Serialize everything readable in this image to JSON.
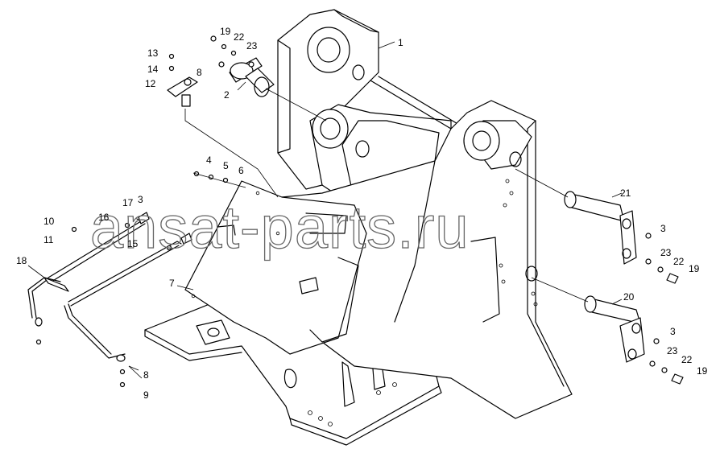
{
  "watermark": "ansat-parts.ru",
  "callouts": [
    {
      "id": "c1",
      "text": "1"
    },
    {
      "id": "c2",
      "text": "2"
    },
    {
      "id": "c3a",
      "text": "3"
    },
    {
      "id": "c3b",
      "text": "3"
    },
    {
      "id": "c3c",
      "text": "3"
    },
    {
      "id": "c4",
      "text": "4"
    },
    {
      "id": "c5",
      "text": "5"
    },
    {
      "id": "c6",
      "text": "6"
    },
    {
      "id": "c7",
      "text": "7"
    },
    {
      "id": "c8a",
      "text": "8"
    },
    {
      "id": "c8b",
      "text": "8"
    },
    {
      "id": "c9",
      "text": "9"
    },
    {
      "id": "c10",
      "text": "10"
    },
    {
      "id": "c11",
      "text": "11"
    },
    {
      "id": "c12",
      "text": "12"
    },
    {
      "id": "c13",
      "text": "13"
    },
    {
      "id": "c14",
      "text": "14"
    },
    {
      "id": "c15",
      "text": "15"
    },
    {
      "id": "c16",
      "text": "16"
    },
    {
      "id": "c17",
      "text": "17"
    },
    {
      "id": "c18",
      "text": "18"
    },
    {
      "id": "c19a",
      "text": "19"
    },
    {
      "id": "c19b",
      "text": "19"
    },
    {
      "id": "c19c",
      "text": "19"
    },
    {
      "id": "c20",
      "text": "20"
    },
    {
      "id": "c21",
      "text": "21"
    },
    {
      "id": "c22a",
      "text": "22"
    },
    {
      "id": "c22b",
      "text": "22"
    },
    {
      "id": "c22c",
      "text": "22"
    },
    {
      "id": "c23a",
      "text": "23"
    },
    {
      "id": "c23b",
      "text": "23"
    },
    {
      "id": "c23c",
      "text": "23"
    }
  ]
}
